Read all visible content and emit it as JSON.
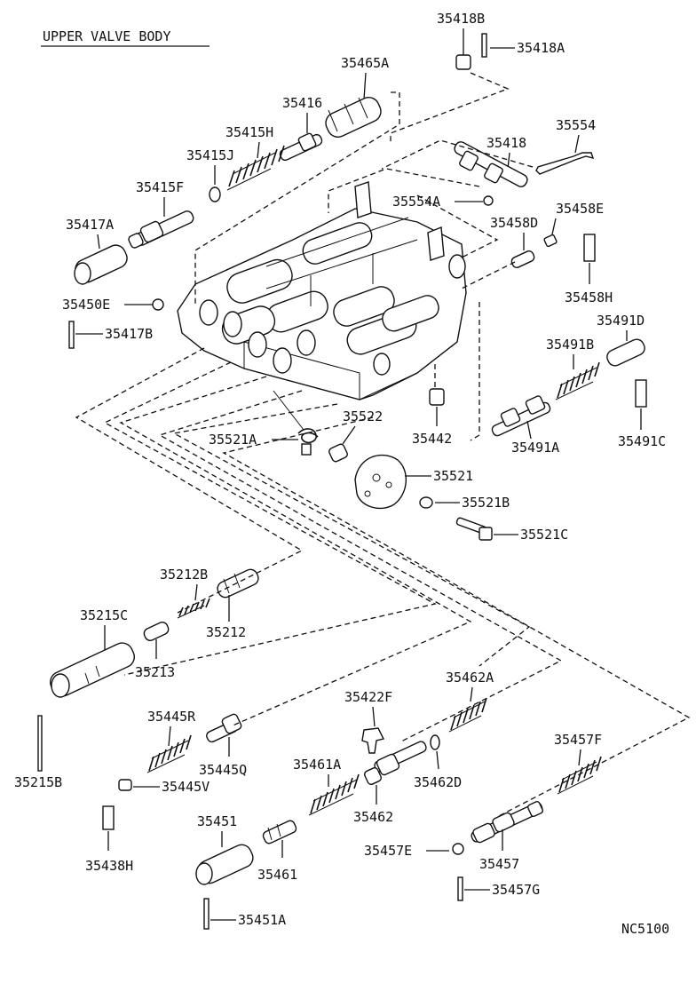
{
  "title": "UPPER VALVE BODY",
  "code": "NC5100",
  "labels": {
    "p35418B": "35418B",
    "p35418A": "35418A",
    "p35465A": "35465A",
    "p35416": "35416",
    "p35415H": "35415H",
    "p35415J": "35415J",
    "p35554": "35554",
    "p35418": "35418",
    "p35415F": "35415F",
    "p35554A": "35554A",
    "p35458D": "35458D",
    "p35458E": "35458E",
    "p35417A": "35417A",
    "p35458H": "35458H",
    "p35450E": "35450E",
    "p35417B": "35417B",
    "p35491D": "35491D",
    "p35491B": "35491B",
    "p35522": "35522",
    "p35442": "35442",
    "p35521A": "35521A",
    "p35491A": "35491A",
    "p35491C": "35491C",
    "p35521": "35521",
    "p35521B": "35521B",
    "p35521C": "35521C",
    "p35212B": "35212B",
    "p35215C": "35215C",
    "p35212": "35212",
    "p35213": "35213",
    "p35462A": "35462A",
    "p35422F": "35422F",
    "p35445R": "35445R",
    "p35457F": "35457F",
    "p35445Q": "35445Q",
    "p35461A": "35461A",
    "p35462D": "35462D",
    "p35215B": "35215B",
    "p35445V": "35445V",
    "p35462": "35462",
    "p35451": "35451",
    "p35457E": "35457E",
    "p35438H": "35438H",
    "p35461": "35461",
    "p35457": "35457",
    "p35457G": "35457G",
    "p35451A": "35451A"
  }
}
